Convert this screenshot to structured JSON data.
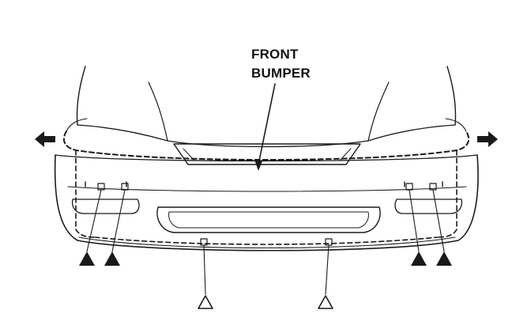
{
  "callout": {
    "line1": "FRONT",
    "line2": "BUMPER"
  },
  "colors": {
    "ink": "#1a1a1a",
    "paper": "#ffffff"
  },
  "markers": {
    "removal_arrows": [
      "left-outward-arrow-icon",
      "right-outward-arrow-icon"
    ],
    "fastener_triangles_filled": 4,
    "fastener_triangles_open": 2
  }
}
